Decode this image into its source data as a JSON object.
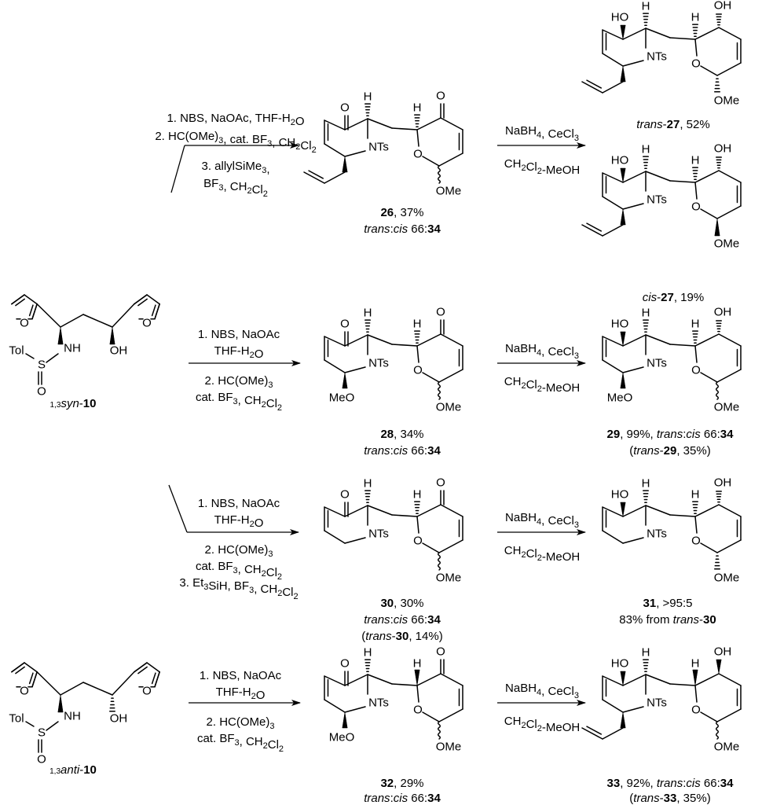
{
  "atoms": {
    "O": "O",
    "NTs": "NTs",
    "H": "H",
    "HO": "HO",
    "OH": "OH",
    "OMe": "OMe",
    "MeO": "MeO",
    "NH": "NH",
    "S": "S",
    "Tol": "Tol"
  },
  "reagents": {
    "r1": [
      "1. NBS, NaOAc, THF-H2O",
      "2. HC(OMe)3, cat. BF3, CH2Cl2",
      "3. allylSiMe3,",
      "BF3, CH2Cl2"
    ],
    "r2": [
      "1. NBS, NaOAc",
      "THF-H2O",
      "2. HC(OMe)3",
      "cat. BF3, CH2Cl2"
    ],
    "r3": [
      "1. NBS, NaOAc",
      "THF-H2O",
      "2. HC(OMe)3",
      "cat. BF3, CH2Cl2",
      "3. Et3SiH, BF3, CH2Cl2"
    ],
    "r4": [
      "1. NBS, NaOAc",
      "THF-H2O",
      "2. HC(OMe)3",
      "cat. BF3, CH2Cl2"
    ],
    "red": [
      "NaBH4, CeCl3",
      "CH2Cl2-MeOH"
    ]
  },
  "captions": {
    "c26a": "26, 37%",
    "c26b": "trans:cis 66:34",
    "c27t": "trans-27, 52%",
    "c27c": "cis-27, 19%",
    "c10s": "1,3syn-10",
    "c28a": "28, 34%",
    "c28b": "trans:cis 66:34",
    "c29a": "29, 99%, trans:cis 66:34",
    "c29b": "(trans-29, 35%)",
    "c30a": "30, 30%",
    "c30b": "trans:cis 66:34",
    "c30c": "(trans-30, 14%)",
    "c31a": "31, >95:5",
    "c31b": "83% from trans-30",
    "c10a": "1,3anti-10",
    "c32a": "32, 29%",
    "c32b": "trans:cis 66:34",
    "c33a": "33, 92%, trans:cis 66:34",
    "c33b": "(trans-33, 35%)"
  }
}
